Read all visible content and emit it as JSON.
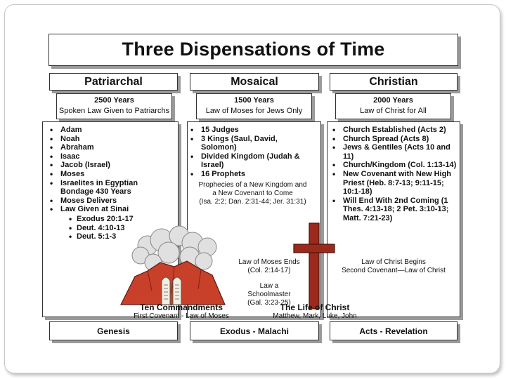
{
  "title": "Three Dispensations of Time",
  "columns": [
    {
      "heading": "Patriarchal",
      "years": "2500 Years",
      "subtitle": "Spoken Law Given to Patriarchs",
      "footer": "Genesis",
      "items": [
        "Adam",
        "Noah",
        "Abraham",
        "Isaac",
        "Jacob (Israel)",
        "Moses",
        "Israelites in Egyptian Bondage 430 Years",
        "Moses Delivers",
        "Law Given at Sinai"
      ],
      "subitems": [
        "Exodus 20:1-17",
        "Deut. 4:10-13",
        "Deut. 5:1-3"
      ]
    },
    {
      "heading": "Mosaical",
      "years": "1500 Years",
      "subtitle": "Law of Moses for Jews Only",
      "footer": "Exodus - Malachi",
      "items": [
        "15 Judges",
        "3 Kings (Saul, David, Solomon)",
        "Divided Kingdom (Judah & Israel)",
        "16 Prophets"
      ],
      "prophecy_line1": "Prophecies of a  New Kingdom and",
      "prophecy_line2": "a New Covenant to Come",
      "prophecy_refs": "(Isa. 2:2; Dan. 2:31-44; Jer. 31:31)"
    },
    {
      "heading": "Christian",
      "years": "2000 Years",
      "subtitle": "Law of Christ for All",
      "footer": "Acts - Revelation",
      "items": [
        "Church Established (Acts 2)",
        "Church Spread (Acts 8)",
        "Jews & Gentiles (Acts 10 and 11)",
        "Church/Kingdom (Col. 1:13-14)",
        "New Covenant with New High Priest (Heb. 8:7-13; 9:11-15; 10:1-18)",
        "Will End With 2nd Coming (1 Thes. 4:13-18; 2 Pet.  3:10-13; Matt. 7:21-23)"
      ]
    }
  ],
  "notes": {
    "law_ends": "Law of Moses Ends",
    "law_ends_ref": "(Col. 2:14-17)",
    "schoolmaster": "Law a Schoolmaster",
    "schoolmaster_ref": "(Gal. 3:23-25)",
    "christ_law": "Law of Christ Begins",
    "second_covenant": "Second Covenant—Law of Christ"
  },
  "captions": {
    "commandments": "Ten Commandments",
    "first_covenant": "First Covenant - Law of Moses",
    "life_of_christ": "The Life of Christ",
    "gospels": "Matthew, Mark, Luke, John"
  },
  "colors": {
    "mountain": "#c8402a",
    "cross": "#9a2a1c",
    "cloud": "#e0e0e0",
    "shadow": "#9a9a9a"
  }
}
